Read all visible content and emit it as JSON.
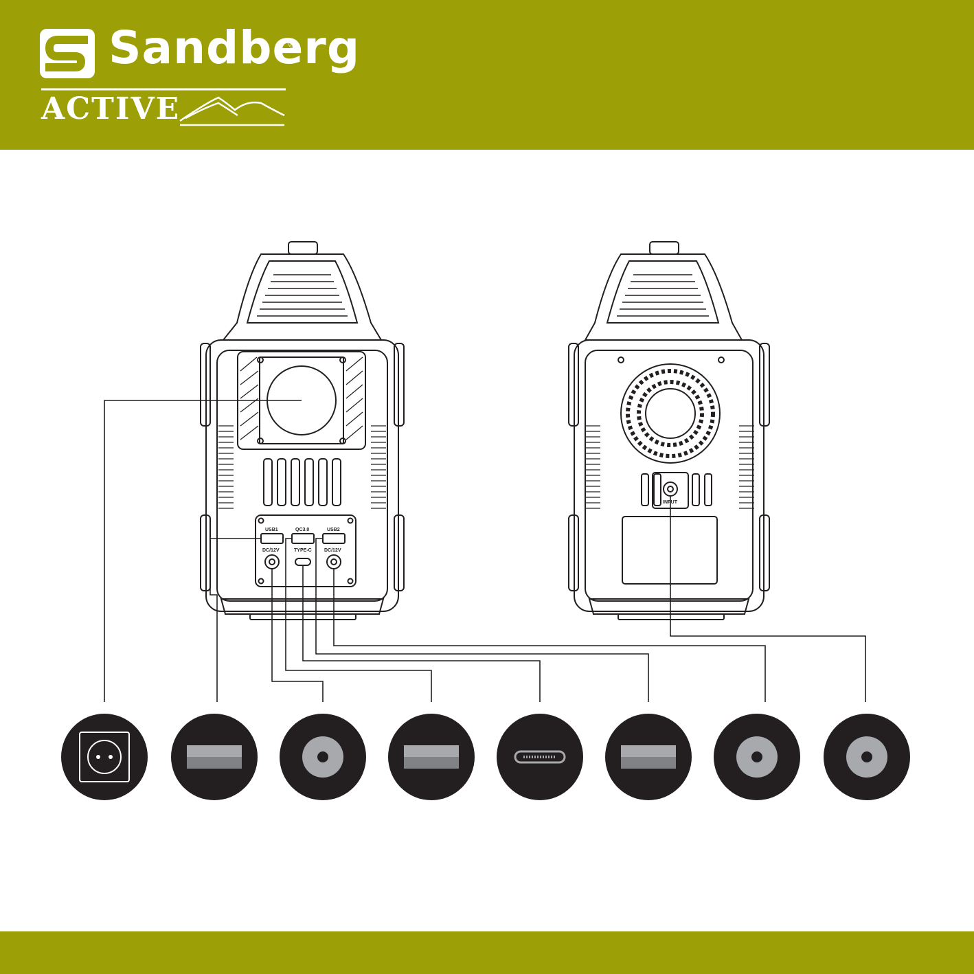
{
  "brand": {
    "name": "Sandberg",
    "registered": "®",
    "subtitle": "ACTIVE",
    "color": "#9ca006"
  },
  "front_panel": {
    "ports": [
      "USB1",
      "QC3.0",
      "USB2",
      "DC/12V",
      "TYPE-C",
      "DC/12V"
    ]
  },
  "back_panel": {
    "ports": [
      "INPUT"
    ]
  },
  "icons": [
    "ac-outlet-icon",
    "usb-a-icon",
    "dc-barrel-icon",
    "usb-a-icon",
    "usb-c-icon",
    "usb-a-icon",
    "dc-barrel-icon",
    "dc-barrel-icon"
  ],
  "colors": {
    "icon_bg": "#231f20",
    "usb_light": "#a7a9ac",
    "usb_dark": "#808285",
    "line": "#231f20"
  }
}
